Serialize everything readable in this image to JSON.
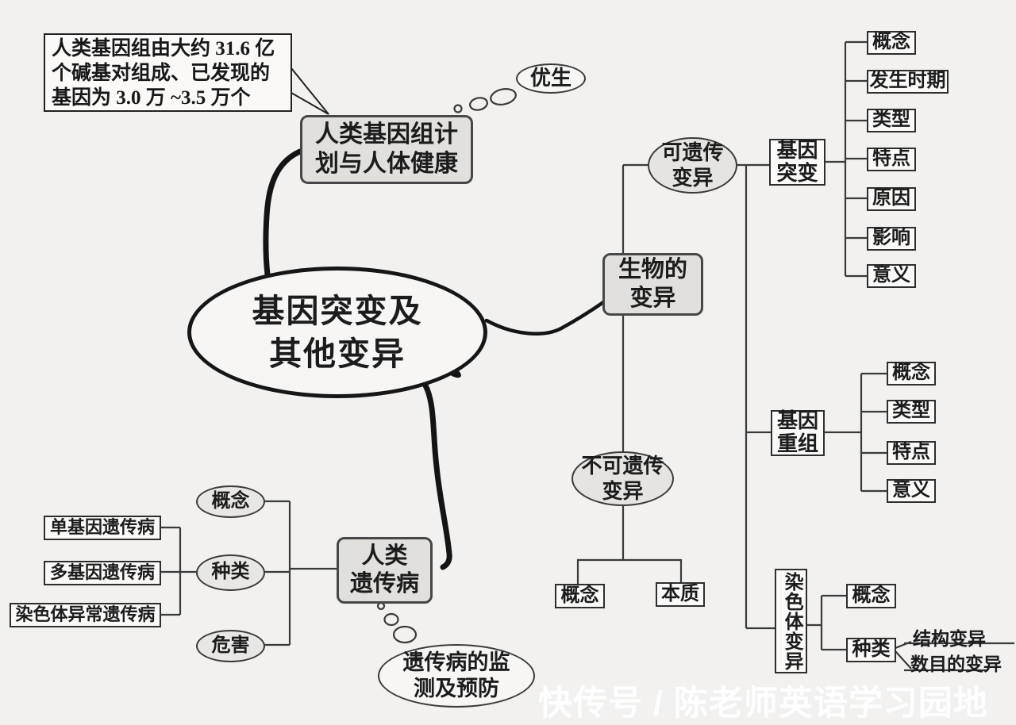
{
  "annotation": {
    "lines": [
      "人类基因组由大约 31.6 亿",
      "个碱基对组成、已发现的",
      "基因为 3.0 万 ~3.5 万个"
    ]
  },
  "hgp": {
    "lines": [
      "人类基因组计",
      "划与人体健康"
    ]
  },
  "eugenics": {
    "label": "优生"
  },
  "central": {
    "lines": [
      "基因突变及",
      "其他变异"
    ]
  },
  "bio_variation": {
    "lines": [
      "生物的",
      "变异"
    ]
  },
  "heritable": {
    "lines": [
      "可遗传",
      "变异"
    ]
  },
  "gene_mutation": {
    "lines": [
      "基因",
      "突变"
    ],
    "items": [
      "概念",
      "发生时期",
      "类型",
      "特点",
      "原因",
      "影响",
      "意义"
    ]
  },
  "gene_recombination": {
    "lines": [
      "基因",
      "重组"
    ],
    "items": [
      "概念",
      "类型",
      "特点",
      "意义"
    ]
  },
  "chromosome_variation": {
    "label": "染色体变异",
    "concept": "概念",
    "kinds": "种类",
    "subtypes": [
      "结构变异",
      "数目的变异"
    ]
  },
  "non_heritable": {
    "lines": [
      "不可遗传",
      "变异"
    ],
    "concept": "概念",
    "essence": "本质"
  },
  "human_disease": {
    "lines": [
      "人类",
      "遗传病"
    ],
    "concept": "概念",
    "kinds": "种类",
    "harm": "危害",
    "kind_boxes": [
      "单基因遗传病",
      "多基因遗传病",
      "染色体异常遗传病"
    ]
  },
  "monitoring": {
    "lines": [
      "遗传病的监",
      "测及预防"
    ]
  },
  "watermark": "快传号 / 陈老师英语学习园地",
  "colors": {
    "background": "#f2f1ef",
    "line": "#3a3a3a",
    "node_gray": "#e2e0dd",
    "ink": "#1c1c1c",
    "watermark": "#ffffff"
  }
}
